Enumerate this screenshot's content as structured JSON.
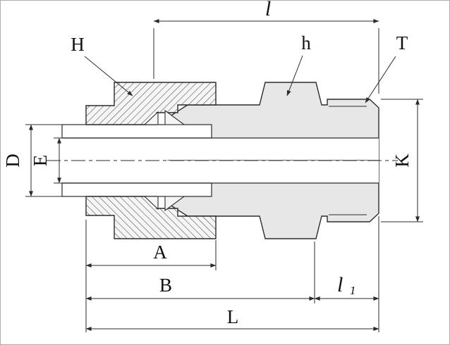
{
  "drawing": {
    "labels": {
      "l": "l",
      "H": "H",
      "h": "h",
      "T": "T",
      "D": "D",
      "E": "E",
      "K": "K",
      "A": "A",
      "B": "B",
      "l1_base": "l",
      "l1_sub": "1",
      "L": "L"
    },
    "colors": {
      "line": "#2b2b2b",
      "body_fill": "#e7e7e7",
      "hatch_background": "#f5f5f5",
      "background": "#ffffff",
      "border": "#adadad"
    }
  }
}
